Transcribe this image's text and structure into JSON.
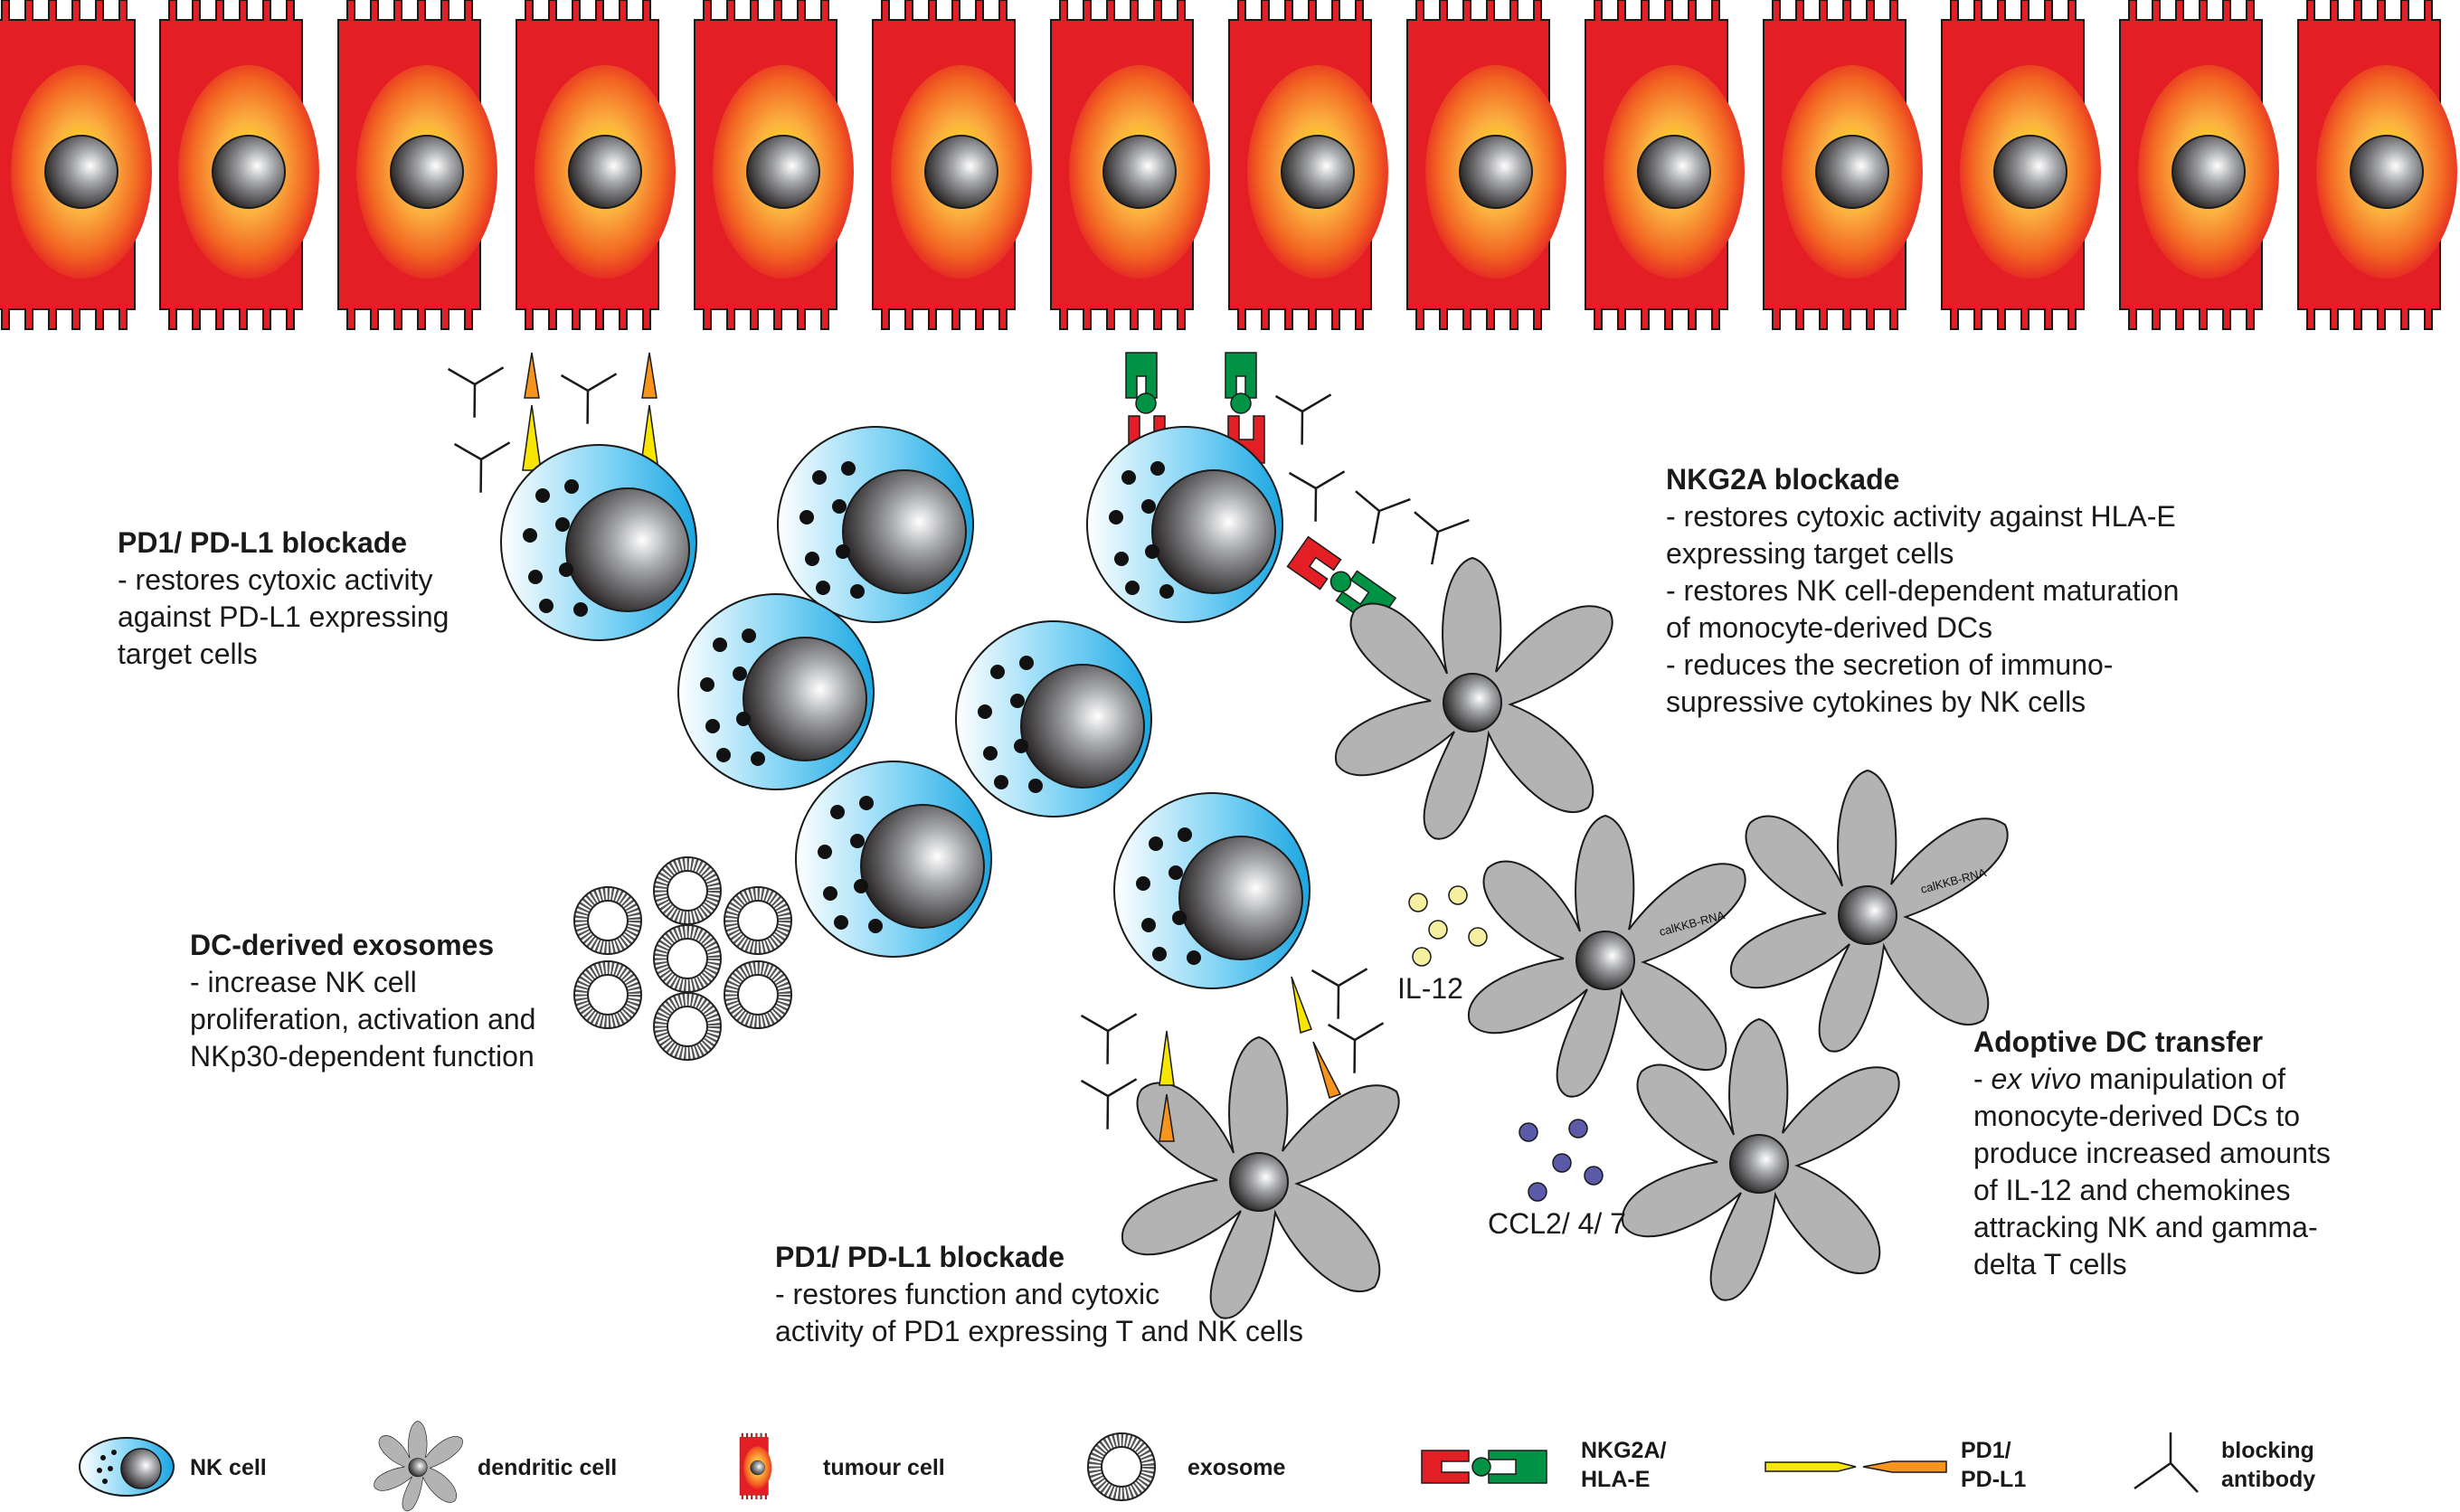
{
  "blocks": {
    "pd1_top": {
      "title": "PD1/ PD-L1 blockade",
      "lines": [
        "- restores cytoxic activity",
        "against PD-L1 expressing",
        "target cells"
      ]
    },
    "nkg2a": {
      "title": "NKG2A blockade",
      "lines": [
        "- restores cytoxic activity against HLA-E",
        "expressing target cells",
        "- restores NK cell-dependent maturation",
        "of monocyte-derived DCs",
        "- reduces the secretion of immuno-",
        "supressive cytokines by NK cells"
      ]
    },
    "exosomes": {
      "title": "DC-derived exosomes",
      "lines": [
        "- increase NK cell",
        "proliferation, activation and",
        "NKp30-dependent function"
      ]
    },
    "adoptive": {
      "title": "Adoptive DC transfer",
      "lines_italic_prefix": "ex vivo",
      "line1_rest": " manipulation of",
      "lines": [
        "monocyte-derived DCs to",
        "produce increased amounts",
        "of IL-12 and chemokines",
        "attracking NK and gamma-",
        "delta T cells"
      ]
    },
    "pd1_bottom": {
      "title": "PD1/ PD-L1 blockade",
      "lines": [
        "- restores function and cytoxic",
        "activity of PD1 expressing T and NK cells"
      ]
    }
  },
  "labels": {
    "il12": "IL-12",
    "ccl": "CCL2/ 4/ 7",
    "rna": "calKKB-RNA"
  },
  "legend": {
    "nk": "NK cell",
    "dc": "dendritic cell",
    "tumour": "tumour cell",
    "exosome": "exosome",
    "nkg2a_1": "NKG2A/",
    "nkg2a_2": "HLA-E",
    "pd1_1": "PD1/",
    "pd1_2": "PD-L1",
    "ab_1": "blocking",
    "ab_2": "antibody"
  },
  "colors": {
    "tumour": "#e31e24",
    "tumour_core": "#fbb040",
    "nk_cell": "#29abe2",
    "dc": "#b3b3b3",
    "nkg2a": "#e31e24",
    "hla_e": "#009245",
    "pd1": "#f7e600",
    "pdl1": "#f7941d",
    "il12": "#f5f0a0",
    "chemokine": "#5a5aa8"
  }
}
